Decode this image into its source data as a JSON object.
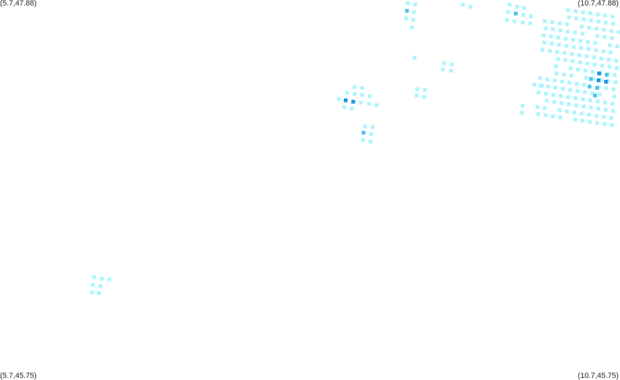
{
  "corners": {
    "top_left": "(5.7,47.88)",
    "top_right": "(10.7,47.88)",
    "bottom_left": "(5.7,45.75)",
    "bottom_right": "(10.7,45.75)"
  },
  "extent": {
    "lon_min": 5.7,
    "lon_max": 10.7,
    "lat_min": 45.75,
    "lat_max": 47.88
  },
  "colors": {
    "background": "#ffffff",
    "low": "#aef5fb",
    "mid": "#4fc3ee",
    "high": "#2196e6"
  },
  "legend": "none"
}
